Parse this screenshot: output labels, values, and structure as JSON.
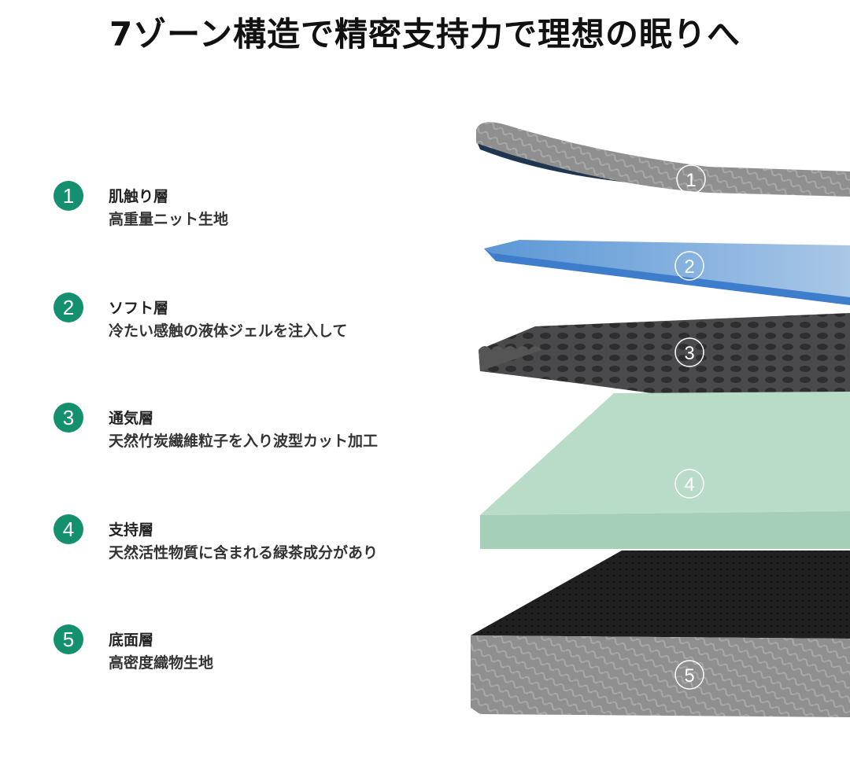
{
  "title": "7ゾーン構造で精密支持力で理想の眠りへ",
  "accent_color": "#14906f",
  "layers": [
    {
      "number": "1",
      "name": "肌触り層",
      "description": "高重量ニット生地"
    },
    {
      "number": "2",
      "name": "ソフト層",
      "description": "冷たい感触の液体ジェルを注入して"
    },
    {
      "number": "3",
      "name": "通気層",
      "description": "天然竹炭繊維粒子を入り波型カット加工"
    },
    {
      "number": "4",
      "name": "支持層",
      "description": "天然活性物質に含まれる緑茶成分があり"
    },
    {
      "number": "5",
      "name": "底面層",
      "description": "高密度織物生地"
    }
  ]
}
